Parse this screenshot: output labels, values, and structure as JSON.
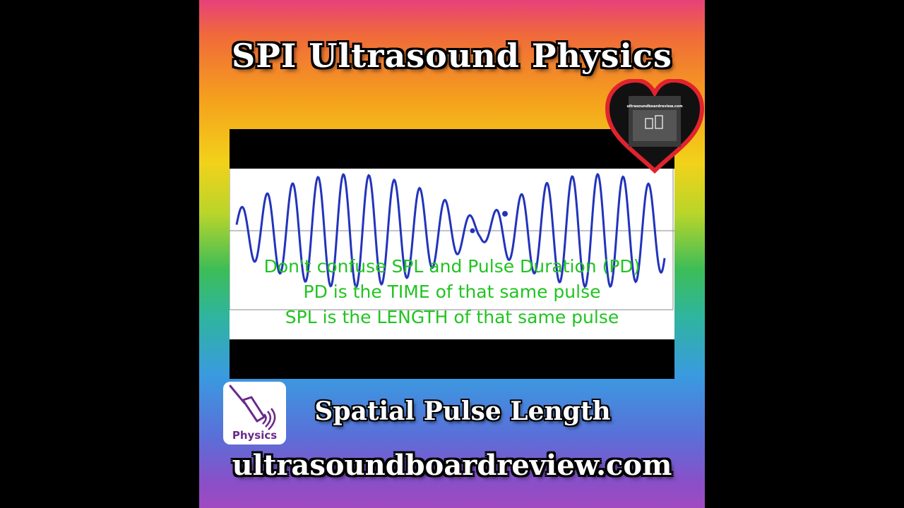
{
  "title": "SPI Ultrasound Physics",
  "subtitle": "Spatial Pulse Length",
  "website": "ultrasoundboardreview.com",
  "captions": [
    "Don't confuse SPL and Pulse Duration (PD)",
    "PD is the TIME of that same pulse",
    "SPL is the LENGTH of that same pulse"
  ],
  "logo": {
    "label": "Physics",
    "icon": "ultrasound-probe-icon"
  },
  "heart_badge": {
    "icon": "heart-icon",
    "text": "ultrasoundboardreview.com"
  },
  "colors": {
    "wave": "#2233bb",
    "caption": "#21c421",
    "heart": "#e0232e"
  }
}
